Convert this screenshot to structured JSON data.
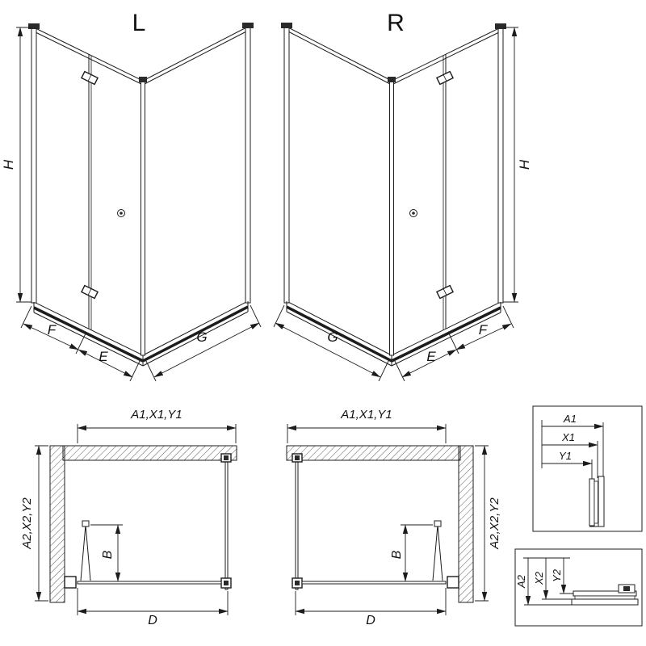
{
  "colors": {
    "line": "#1c1c1c",
    "background": "#ffffff"
  },
  "views": {
    "perspective_left": {
      "label": "L",
      "dim_height": "H",
      "dim_front_fixed": "F",
      "dim_front_door": "E",
      "dim_side": "G"
    },
    "perspective_right": {
      "label": "R",
      "dim_height": "H",
      "dim_front_fixed": "F",
      "dim_front_door": "E",
      "dim_side": "G"
    },
    "plan_left": {
      "dim_top": "A1,X1,Y1",
      "dim_side": "A2,X2,Y2",
      "dim_door": "B",
      "dim_width": "D"
    },
    "plan_right": {
      "dim_top": "A1,X1,Y1",
      "dim_side": "A2,X2,Y2",
      "dim_door": "B",
      "dim_width": "D"
    },
    "detail_horizontal_profile": {
      "a1": "A1",
      "x1": "X1",
      "y1": "Y1"
    },
    "detail_vertical_profile": {
      "a2": "A2",
      "x2": "X2",
      "y2": "Y2"
    }
  }
}
